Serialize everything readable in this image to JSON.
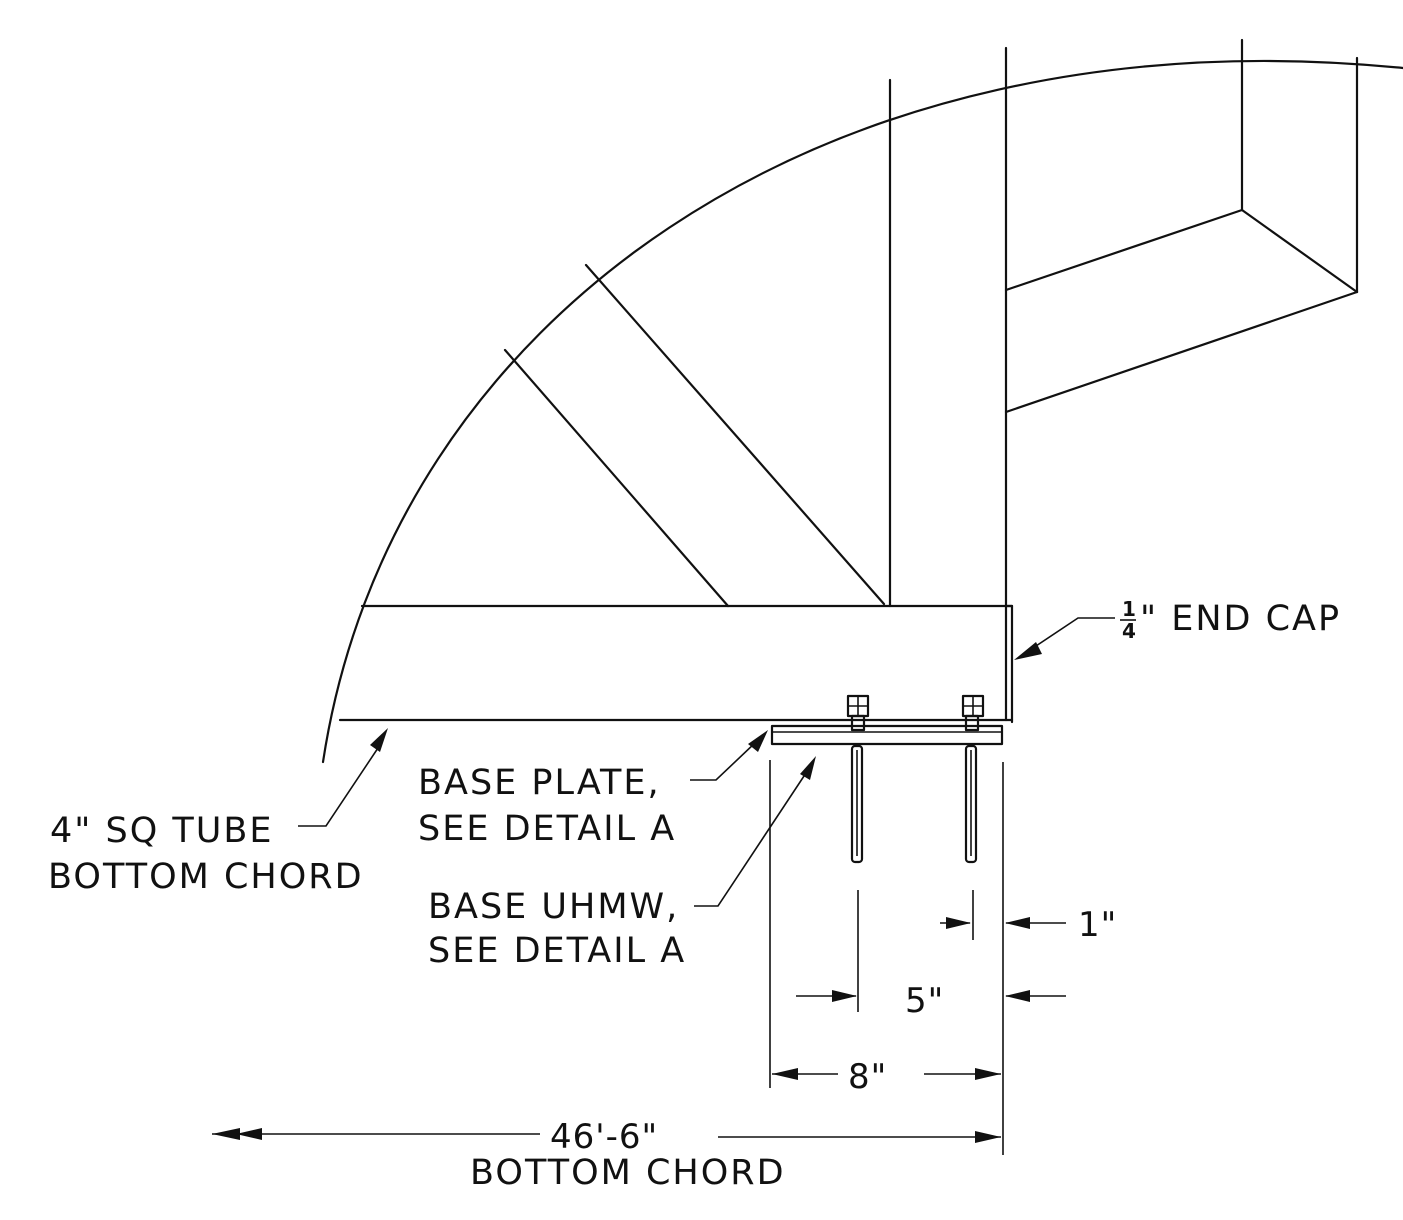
{
  "labels": {
    "end_cap": "\" END CAP",
    "end_cap_fraction_num": "1",
    "end_cap_fraction_den": "4",
    "tube_line1": "4\" SQ TUBE",
    "tube_line2": "BOTTOM CHORD",
    "base_plate_line1": "BASE PLATE,",
    "base_plate_line2": "SEE DETAIL A",
    "base_uhmw_line1": "BASE UHMW,",
    "base_uhmw_line2": "SEE DETAIL A"
  },
  "dimensions": {
    "edge": "1\"",
    "bolt_spacing": "5\"",
    "plate_width": "8\"",
    "chord_length": "46'-6\"",
    "chord_length_caption": "BOTTOM CHORD"
  }
}
